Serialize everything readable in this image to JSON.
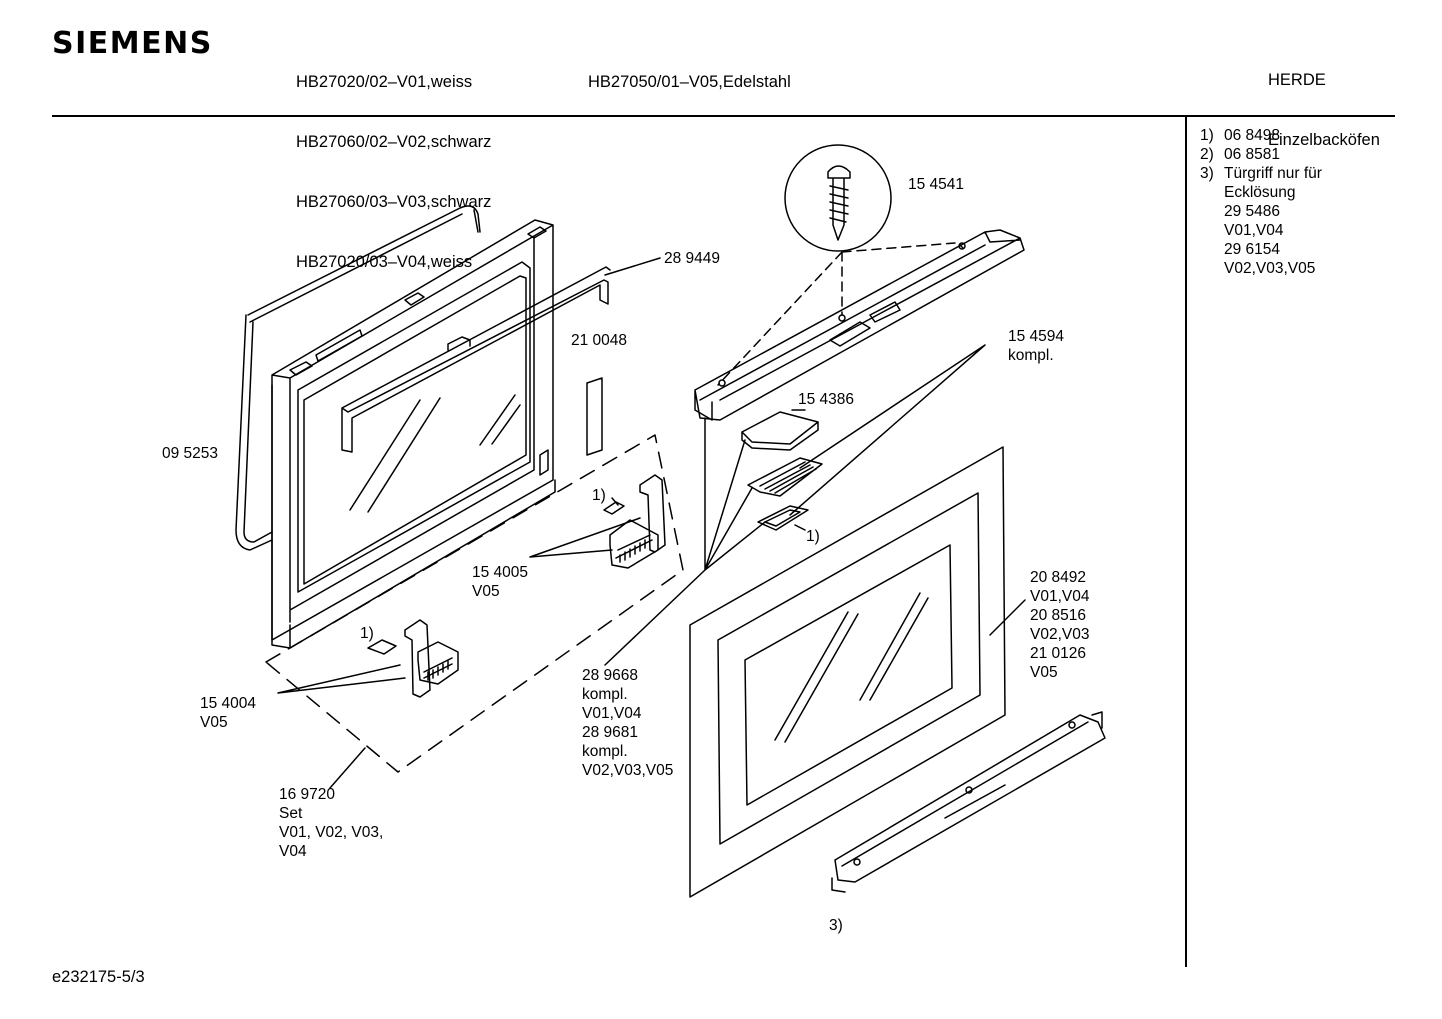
{
  "header": {
    "brand": "SIEMENS",
    "models_col1": [
      "HB27020/02–V01,weiss",
      "HB27060/02–V02,schwarz",
      "HB27060/03–V03,schwarz",
      "HB27020/03–V04,weiss"
    ],
    "models_col2": [
      "HB27050/01–V05,Edelstahl"
    ],
    "category": [
      "HERDE",
      "Einzelbacköfen"
    ]
  },
  "notes": [
    {
      "num": "1)",
      "text": "06 8498"
    },
    {
      "num": "2)",
      "text": "06 8581"
    },
    {
      "num": "3)",
      "text": "Türgriff nur für"
    },
    {
      "num": "",
      "text": "Ecklösung"
    },
    {
      "num": "",
      "text": "29 5486"
    },
    {
      "num": "",
      "text": "V01,V04"
    },
    {
      "num": "",
      "text": "29 6154"
    },
    {
      "num": "",
      "text": "V02,V03,V05"
    }
  ],
  "callouts": {
    "p154541": "15 4541",
    "p289449": "28 9449",
    "p210048": "21 0048",
    "p095253": "09 5253",
    "p154594": "15 4594\nkompl.",
    "p154386": "15 4386",
    "p154005": "15 4005\nV05",
    "p154004": "15 4004\nV05",
    "p169720": "16 9720\nSet\nV01, V02, V03,\nV04",
    "p289668": "28 9668\nkompl.\nV01,V04\n28 9681\nkompl.\nV02,V03,V05",
    "p208492": "20 8492\nV01,V04\n20 8516\nV02,V03\n21 0126\nV05",
    "note1a": "1)",
    "note1b": "1)",
    "note1c": "1)",
    "note3": "3)"
  },
  "footer": {
    "code": "e232175-5/3"
  }
}
